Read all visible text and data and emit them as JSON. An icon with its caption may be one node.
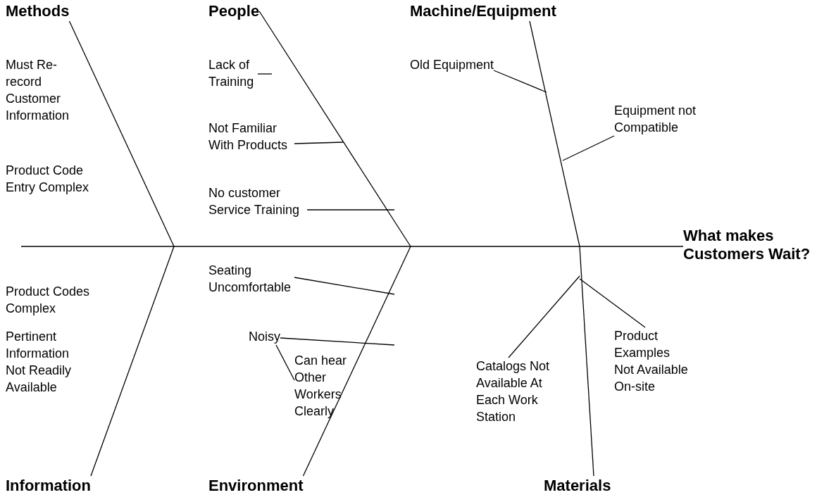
{
  "diagram": {
    "nodes": [
      {
        "text": [
          "Methods"
        ]
      },
      {
        "text": [
          "People"
        ]
      },
      {
        "text": [
          "Machine/Equipment"
        ]
      },
      {
        "text": [
          "Lack of Training"
        ]
      },
      {
        "text": [
          "Not Familiar With Products"
        ]
      },
      {
        "text": [
          "No customer Service Training"
        ]
      },
      {
        "text": [
          "Old Equipment"
        ]
      },
      {
        "text": [
          "Equipment not Compatible"
        ]
      },
      {
        "text": [
          "What makes Customers Wait?"
        ]
      },
      {
        "text": [
          "Seating Uncomfortable"
        ]
      },
      {
        "text": [
          "Noisy"
        ]
      },
      {
        "text": [
          "Can hear Other Workers Clearly"
        ]
      },
      {
        "text": [
          "Catalogs Not Available At Each Work Station"
        ]
      },
      {
        "text": [
          "Product Examples Not Available On-site"
        ]
      },
      {
        "text": [
          "Information"
        ]
      },
      {
        "text": [
          "Environment"
        ]
      },
      {
        "text": [
          "Materials"
        ]
      }
    ],
    "edges": [
      {
        "from": null,
        "to": 8,
        "arrow": "none"
      },
      {
        "from": 0,
        "to": null,
        "arrow": "none"
      },
      {
        "from": 1,
        "to": null,
        "arrow": "none"
      },
      {
        "from": 2,
        "to": null,
        "arrow": "none"
      },
      {
        "from": 14,
        "to": null,
        "arrow": "none"
      },
      {
        "from": 15,
        "to": null,
        "arrow": "none"
      },
      {
        "from": 16,
        "to": null,
        "arrow": "none"
      },
      {
        "from": 3,
        "to": null,
        "arrow": "none"
      },
      {
        "from": 4,
        "to": null,
        "arrow": "none"
      },
      {
        "from": 5,
        "to": null,
        "arrow": "none"
      },
      {
        "from": 6,
        "to": null,
        "arrow": "none"
      },
      {
        "from": 7,
        "to": null,
        "arrow": "none"
      },
      {
        "from": 9,
        "to": null,
        "arrow": "none"
      },
      {
        "from": 10,
        "to": null,
        "arrow": "none"
      },
      {
        "from": 10,
        "to": 11,
        "arrow": "none"
      },
      {
        "from": 12,
        "to": null,
        "arrow": "none"
      },
      {
        "from": 13,
        "to": null,
        "arrow": "none"
      }
    ],
    "labels": [
      "Must Re-record Customer Information",
      "Product Code Entry Complex",
      "Product Codes Complex",
      "Pertinent Information Not Readily Available"
    ]
  }
}
